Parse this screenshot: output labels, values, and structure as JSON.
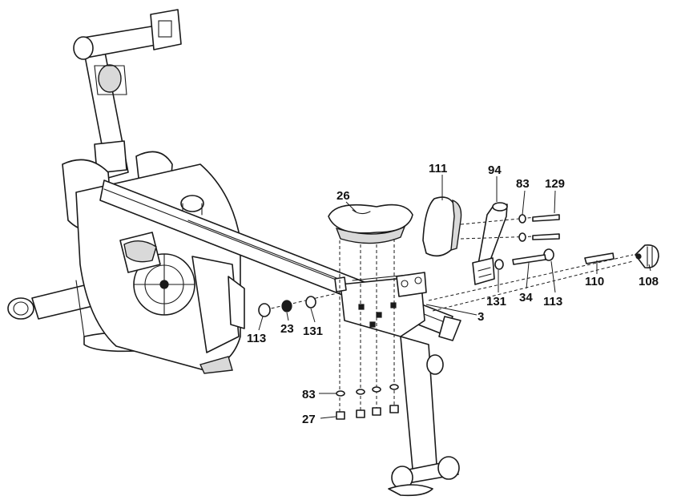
{
  "callouts": {
    "c111": "111",
    "c94": "94",
    "c83_top": "83",
    "c129": "129",
    "c26": "26",
    "c110": "110",
    "c108": "108",
    "c131_right": "131",
    "c34": "34",
    "c113_right": "113",
    "c3": "3",
    "c113_left": "113",
    "c23": "23",
    "c131_left": "131",
    "c83_bottom": "83",
    "c27": "27"
  }
}
